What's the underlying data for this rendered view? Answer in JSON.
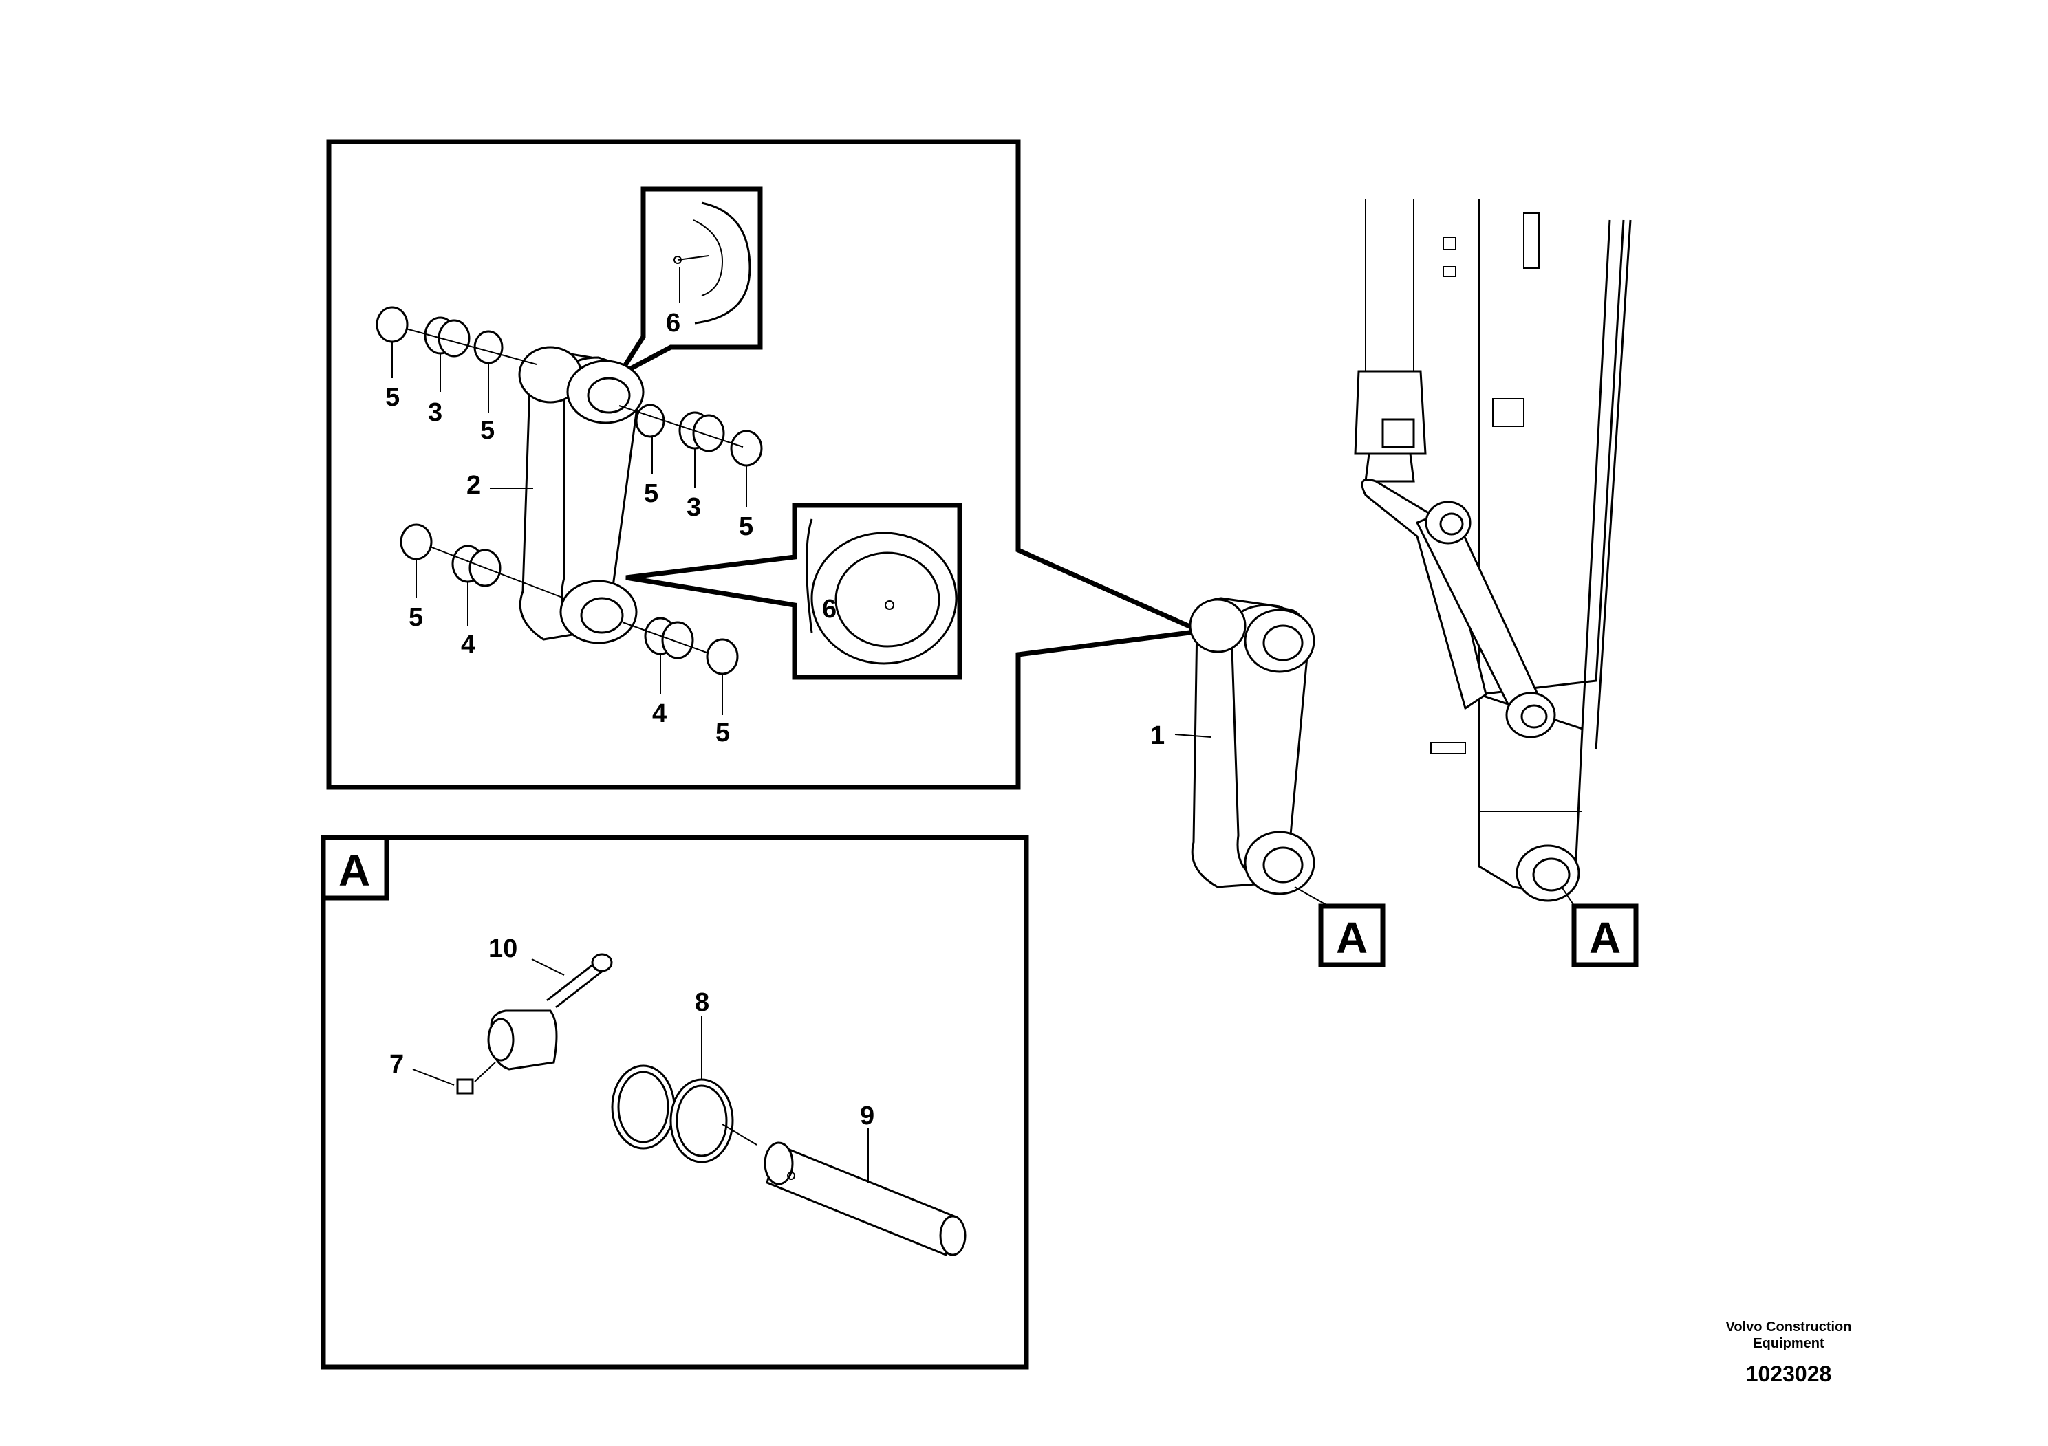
{
  "callouts": {
    "c1": "1",
    "c2": "2",
    "c3a": "3",
    "c3b": "3",
    "c4a": "4",
    "c4b": "4",
    "c5a": "5",
    "c5b": "5",
    "c5c": "5",
    "c5d": "5",
    "c5e": "5",
    "c5f": "5",
    "c6a": "6",
    "c6b": "6",
    "c7": "7",
    "c8": "8",
    "c9": "9",
    "c10": "10"
  },
  "view_tags": {
    "detail": "A",
    "ref_link": "A",
    "ref_boom": "A"
  },
  "footer": {
    "brand_line1": "Volvo Construction",
    "brand_line2": "Equipment",
    "drawing_number": "1023028"
  }
}
